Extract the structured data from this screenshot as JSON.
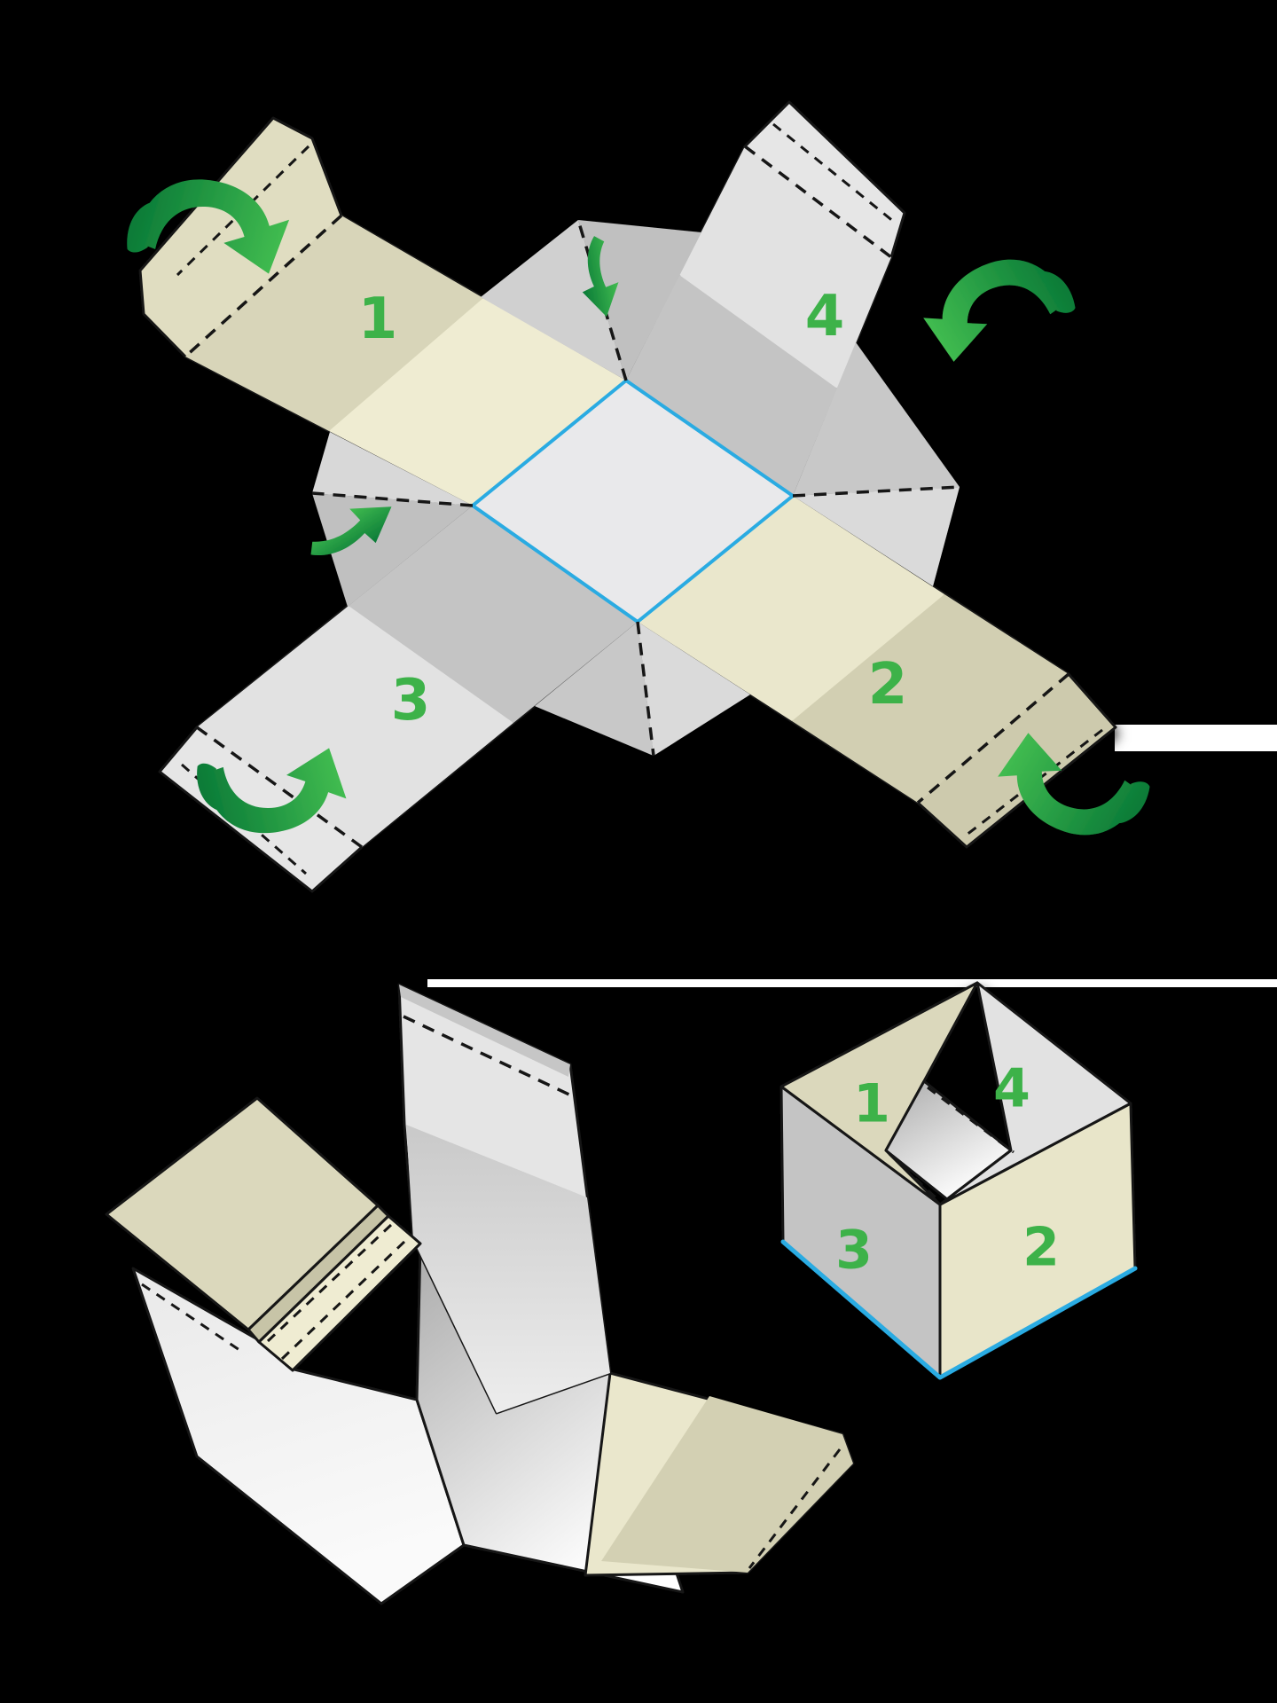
{
  "title": "Box folding instructions diagram",
  "colors": {
    "background": "#000000",
    "green": "#3CB24A",
    "green_dark": "#0A7A37",
    "green_bright": "#41BC50",
    "cyan": "#29ABE2",
    "outline": "#141414",
    "cream_light": "#EFECD2",
    "cream": "#EAE7CC",
    "beige": "#DBD8BC",
    "beige_dark": "#D2CFB2",
    "beige_deep": "#C7C4A7",
    "flap_beige": "#E0DDC1",
    "gray_lightest": "#EDEDED",
    "gray_light": "#E2E2E2",
    "gray_mid": "#C4C4C4",
    "gray_dark": "#BDBDBD",
    "gusset_light": "#D8D8D8",
    "gusset_dark": "#C0C0C0",
    "diamond_fill": "#E9E9EB",
    "silver_dark": "#ABABAB",
    "white": "#FFFFFF"
  },
  "flat_template": {
    "description": "Die-cut box blank: four numbered side panels around a central base square, dashed fold lines, green fold arrows",
    "panels": [
      {
        "id": 1,
        "label": "1"
      },
      {
        "id": 2,
        "label": "2"
      },
      {
        "id": 3,
        "label": "3"
      },
      {
        "id": 4,
        "label": "4"
      }
    ]
  },
  "folded_step": {
    "description": "Intermediate step: panels partially folded upward around the base"
  },
  "assembled_box": {
    "description": "Assembled open-top box with numbered outer panels",
    "panels": [
      {
        "id": 1,
        "label": "1"
      },
      {
        "id": 2,
        "label": "2"
      },
      {
        "id": 3,
        "label": "3"
      },
      {
        "id": 4,
        "label": "4"
      }
    ]
  },
  "icons": {
    "fold_arrow_large": "curved-green-fold-arrow",
    "fold_arrow_small": "small-green-fold-arrow"
  }
}
